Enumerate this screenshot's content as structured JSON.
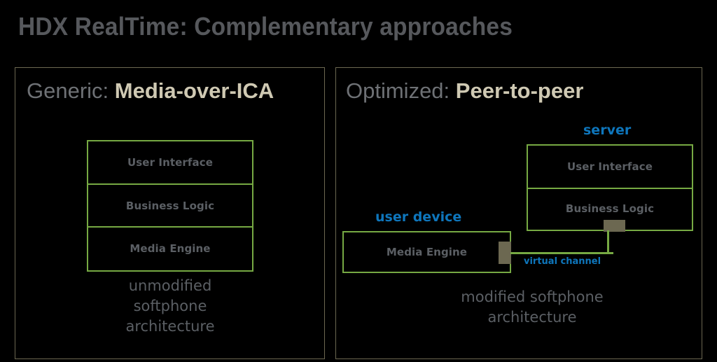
{
  "title": "HDX RealTime:  Complementary approaches",
  "colors": {
    "background": "#000000",
    "title_gray": "#56585c",
    "panel_border": "#6c6851",
    "stack_green": "#76a943",
    "label_blue": "#0e76bc",
    "body_gray": "#5b5f64",
    "heading_cream": "#cfc9b3",
    "nub_gray": "#6c6851"
  },
  "panels": [
    {
      "id": "generic",
      "heading_kind": "Generic:",
      "heading_name": "Media-over-ICA",
      "stack": {
        "label": "softphone-stack",
        "layers": [
          "User Interface",
          "Business Logic",
          "Media Engine"
        ]
      },
      "caption": "unmodified\nsoftphone\narchitecture"
    },
    {
      "id": "optimized",
      "heading_kind": "Optimized:",
      "heading_name": " Peer-to-peer",
      "server": {
        "label": "server",
        "layers": [
          "User Interface",
          "Business Logic"
        ]
      },
      "device": {
        "label": "user device",
        "layers": [
          "Media Engine"
        ]
      },
      "connector_label": "virtual channel",
      "caption": "modified softphone\narchitecture"
    }
  ]
}
